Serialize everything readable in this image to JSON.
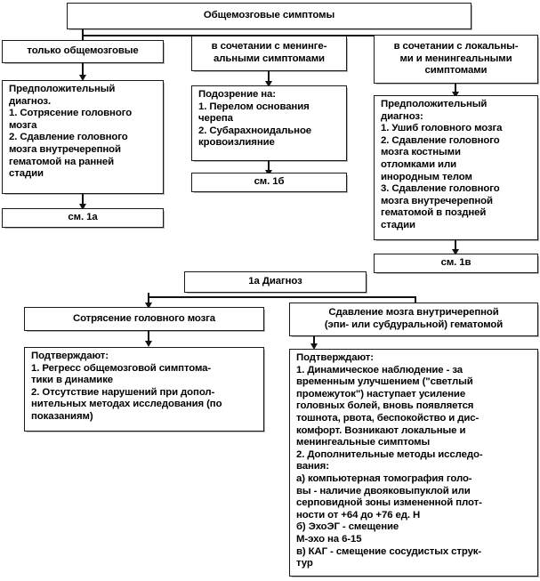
{
  "diagram": {
    "title": "Общемозговые симптомы",
    "language": "ru",
    "nodes": {
      "root": "Общемозговые симптомы",
      "branch_left": "только общемозговые",
      "branch_mid": "в сочетании с менинге-\nальными симптомами",
      "branch_right": "в сочетании с локальны-\nми и менингеальными\nсимптомами",
      "left_diagnosis": "Предположительный\nдиагноз.\n1. Сотрясение головного\nмозга\n2. Сдавление головного\nмозга внутречерепной\nгематомой на ранней\nстадии",
      "left_ref": "см. 1а",
      "mid_suspicion": "Подозрение на:\n1. Перелом основания\nчерепа\n2. Субарахноидальное\nкровоизлияние",
      "mid_ref": "см. 1б",
      "right_diagnosis": "Предположительный\nдиагноз:\n1. Ушиб головного мозга\n2. Сдавление головного\nмозга костными\nотломками или\nинородным телом\n3. Сдавление головного\nмозга внутречерепной\nгематомой в поздней\nстадии",
      "right_ref": "см. 1в",
      "diag_1a": "1а Диагноз",
      "concussion": "Сотрясение головного мозга",
      "compression": "Сдавление мозга внутричерепной\n(эпи- или субдуральной) гематомой",
      "confirm_left": "Подтверждают:\n1. Регресс общемозговой симптома-\nтики в динамике\n2. Отсутствие нарушений при допол-\nнительных методах исследования (по\nпоказаниям)",
      "confirm_right": "Подтверждают:\n1. Динамическое наблюдение - за\nвременным улучшением (\"светлый\nпромежуток\") наступает усиление\nголовных болей, вновь появляется\nтошнота, рвота, беспокойство и дис-\nкомфорт. Возникают локальные и\nменингеальные симптомы\n2. Дополнительные методы исследо-\nвания:\nа) компьютерная томография голо-\nвы - наличие двояковыпуклой или\nсерповидной зоны измененной плот-\nности от +64 до +76 ед. Н\nб) ЭхоЭГ - смещение\nМ-эхо на 6-15\nв) КАГ - смещение сосудистых струк-\nтур"
    },
    "colors": {
      "border": "#1a1a1a",
      "background": "#ffffff",
      "text": "#000000",
      "connector": "#111111"
    }
  }
}
